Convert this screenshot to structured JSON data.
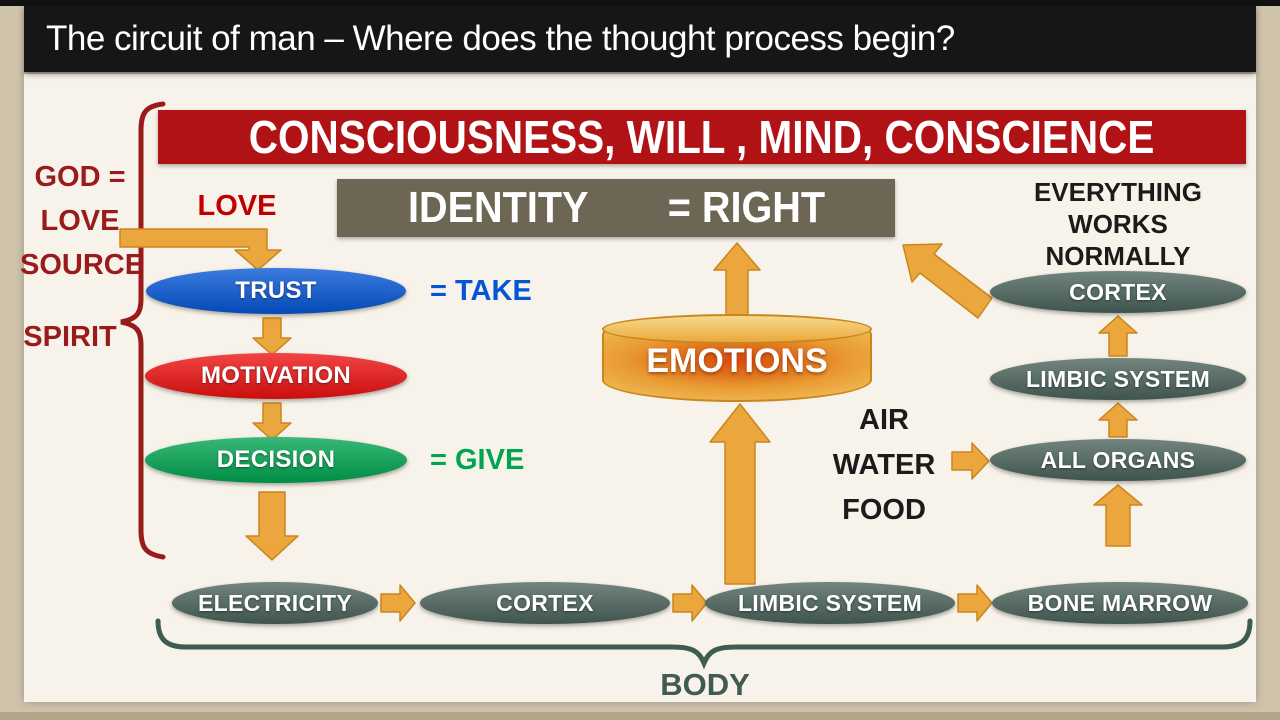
{
  "slide": {
    "title": "The circuit of man – Where does the thought process begin?"
  },
  "banners": {
    "consciousness": "CONSCIOUSNESS, WILL , MIND, CONSCIENCE",
    "identity_left": "IDENTITY",
    "identity_right": "= RIGHT"
  },
  "left_column": {
    "god_lines": [
      "GOD =",
      "LOVE",
      "SOURCE"
    ],
    "spirit": "SPIRIT",
    "love": "LOVE",
    "take": "= TAKE",
    "give": "= GIVE",
    "nodes": [
      "TRUST",
      "MOTIVATION",
      "DECISION"
    ]
  },
  "center": {
    "emotions": "EMOTIONS",
    "intake_lines": [
      "AIR",
      "WATER",
      "FOOD"
    ]
  },
  "right_column": {
    "normal_lines": [
      "EVERYTHING WORKS",
      "NORMALLY"
    ],
    "nodes": [
      "CORTEX",
      "LIMBIC SYSTEM",
      "ALL ORGANS"
    ]
  },
  "bottom_row": {
    "nodes": [
      "ELECTRICITY",
      "CORTEX",
      "LIMBIC SYSTEM",
      "BONE MARROW"
    ],
    "body": "BODY"
  },
  "colors": {
    "frame_tan": "#cfc3ac",
    "panel_cream": "#f7f3ea",
    "title_black": "#161616",
    "banner_red": "#b11216",
    "identity_olive": "#6e6654",
    "dark_red": "#9a1b1b",
    "bright_red_label": "#c00000",
    "node_blue": "#0556d6",
    "node_red": "#ee1010",
    "node_green": "#00a550",
    "node_teal": "#4a635a",
    "gold": "#eba63e",
    "gold_dark": "#c9861c",
    "body_teal": "#3f5b52",
    "text_black": "#1b1b1b"
  }
}
